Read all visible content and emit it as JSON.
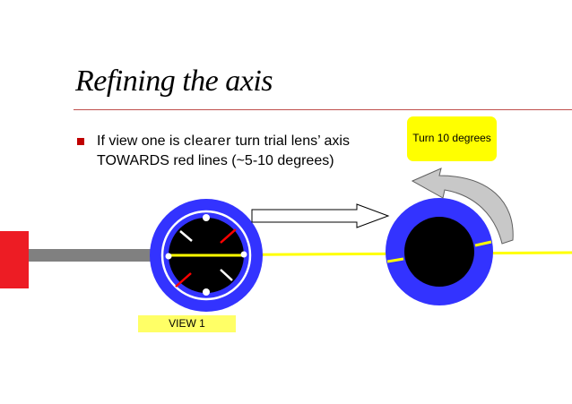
{
  "slide": {
    "title": "Refining the axis"
  },
  "bullet": {
    "line1_part1": "If view one is ",
    "line1_emphasis": "clearer",
    "line1_part2": " turn trial lens’ axis",
    "line2": "TOWARDS red lines (~5-10 degrees)"
  },
  "callout": {
    "text": "Turn 10 degrees"
  },
  "view_label": {
    "text": "VIEW 1"
  },
  "colors": {
    "lens_ring": "#3333ff",
    "pupil": "#000000",
    "red_lines": "#ff0000",
    "axis_line": "#ffff00",
    "yellow_box": "#ffff00",
    "view_box": "#ffff66",
    "title_rule": "#c0504d",
    "bullet_marker": "#c00000",
    "left_block": "#ed1c24",
    "holder_bar": "#808080",
    "curved_arrow": "#c0c0c0"
  },
  "icons": {
    "bullet": "square-bullet",
    "right_arrow": "outline-right-arrow",
    "rotate_arrow": "curved-rotation-arrow"
  }
}
